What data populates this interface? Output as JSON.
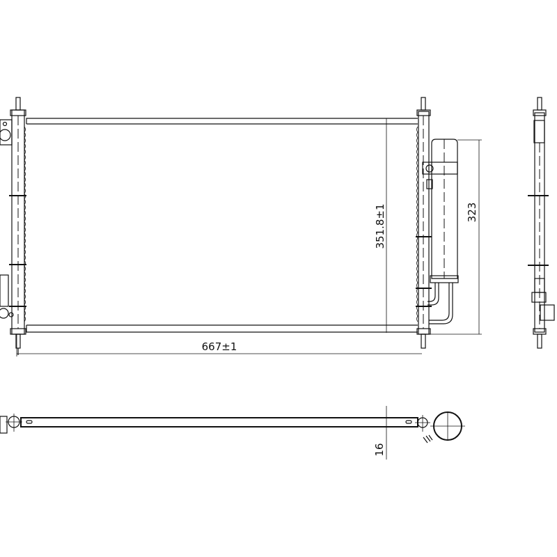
{
  "drawing": {
    "dimensions": {
      "width": "667±1",
      "core_height": "351.8±1",
      "drier_height": "323",
      "thickness": "16"
    },
    "line_color": "#111111",
    "background": "#ffffff"
  }
}
